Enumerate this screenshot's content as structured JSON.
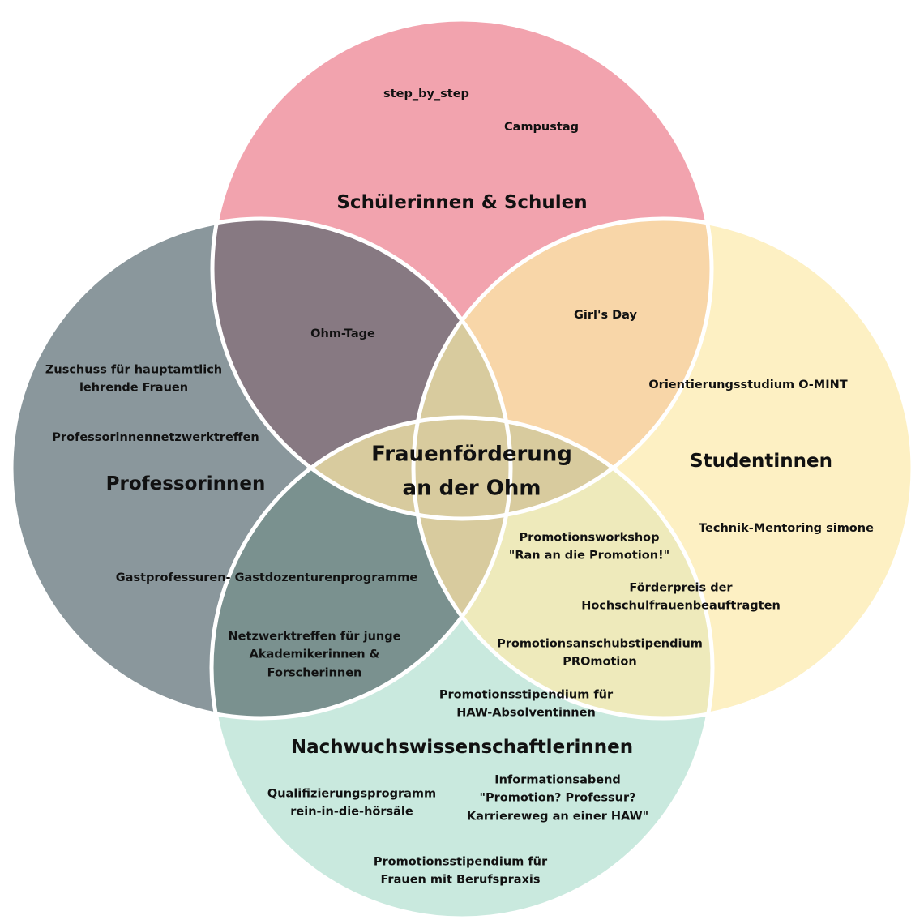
{
  "title": {
    "line1": "Frauenförderung",
    "line2": "an der Ohm"
  },
  "colors": {
    "top": "#f2a3ae",
    "left": "#8a979c",
    "right": "#fdf0c3",
    "bottom": "#c9e9de",
    "top_left": "#877982",
    "top_right": "#f8d6a8",
    "bottom_left": "#7a918f",
    "bottom_right": "#eeeabb",
    "center": "#d8cb9e",
    "stroke": "#ffffff"
  },
  "categories": {
    "top": "Schülerinnen & Schulen",
    "left": "Professorinnen",
    "right": "Studentinnen",
    "bottom": "Nachwuchswissenschaftlerinnen"
  },
  "items": {
    "step_by_step": "step_by_step",
    "campustag": "Campustag",
    "ohm_tage": "Ohm-Tage",
    "girls_day": "Girl's Day",
    "zuschuss_1": "Zuschuss für hauptamtlich",
    "zuschuss_2": "lehrende Frauen",
    "prof_netzwerk": "Professorinnennetzwerktreffen",
    "omint": "Orientierungsstudium O-MINT",
    "technik_mentoring": "Technik-Mentoring simone",
    "promoworkshop_1": "Promotionsworkshop",
    "promoworkshop_2": "\"Ran an die Promotion!\"",
    "gastprof": "Gastprofessuren- Gastdozenturenprogramme",
    "foerderpreis_1": "Förderpreis der",
    "foerderpreis_2": "Hochschulfrauenbeauftragten",
    "netzwerk_jung_1": "Netzwerktreffen für junge",
    "netzwerk_jung_2": "Akademikerinnen &",
    "netzwerk_jung_3": "Forscherinnen",
    "anschub_1": "Promotionsanschubstipendium",
    "anschub_2": "PROmotion",
    "haw_stip_1": "Promotionsstipendium für",
    "haw_stip_2": "HAW-Absolventinnen",
    "quali_1": "Qualifizierungsprogramm",
    "quali_2": "rein-in-die-hörsäle",
    "infoabend_1": "Informationsabend",
    "infoabend_2": "\"Promotion? Professur?",
    "infoabend_3": "Karriereweg an einer HAW\"",
    "beruf_stip_1": "Promotionsstipendium für",
    "beruf_stip_2": "Frauen mit Berufspraxis"
  }
}
